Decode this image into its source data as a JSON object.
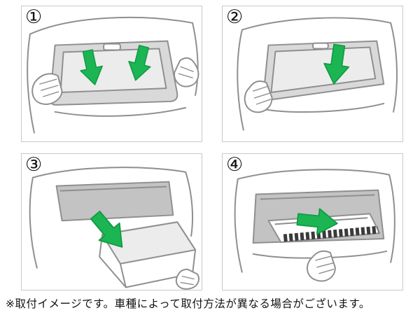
{
  "steps": [
    {
      "number": "①"
    },
    {
      "number": "②"
    },
    {
      "number": "③"
    },
    {
      "number": "④"
    }
  ],
  "caption": "※取付イメージです。車種によって取付方法が異なる場合がございます。",
  "colors": {
    "arrow_green": "#1cb554",
    "arrow_green_dark": "#0f9a43",
    "line_gray": "#8f8f8f",
    "shade_gray": "#d9d9d9",
    "dark_shade": "#c3c3c3",
    "pleat_dark": "#3a3a3a",
    "text_black": "#111111"
  }
}
